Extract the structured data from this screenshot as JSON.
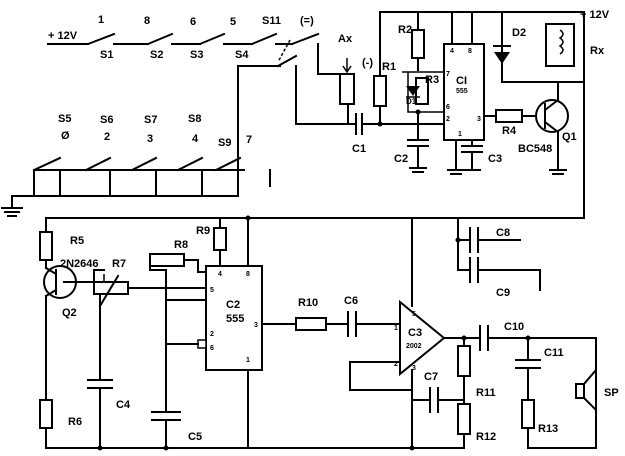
{
  "power": {
    "plus12_left": "+ 12V",
    "plus12_right": "+ 12V"
  },
  "switches_top": [
    {
      "num": "1",
      "name": "S1"
    },
    {
      "num": "8",
      "name": "S2"
    },
    {
      "num": "6",
      "name": "S3"
    },
    {
      "num": "5",
      "name": "S4"
    },
    {
      "num": "(=)",
      "name": "S11"
    }
  ],
  "switches_bottom": [
    {
      "num": "Ø",
      "name": "S5"
    },
    {
      "num": "2",
      "name": "S6"
    },
    {
      "num": "3",
      "name": "S7"
    },
    {
      "num": "4",
      "name": "S8"
    },
    {
      "num": "7",
      "name": "S9"
    }
  ],
  "relay_section": {
    "ax": "Ax",
    "minus": "(-)",
    "c1": "C1",
    "r1": "R1",
    "r2": "R2",
    "r3": "R3",
    "d1": "D1",
    "d2": "D2",
    "ic1_name": "CI",
    "ic1_type": "555",
    "c2": "C2",
    "c3": "C3",
    "r4": "R4",
    "q1": "Q1",
    "q1_type": "BC548",
    "rx": "Rx",
    "ic1_pins": {
      "p4": "4",
      "p8": "8",
      "p7": "7",
      "p6": "6",
      "p2": "2",
      "p1": "1",
      "p3": "3"
    }
  },
  "oscillator": {
    "r5": "R5",
    "q2_type": "2N2646",
    "q2": "Q2",
    "r7": "R7",
    "r6": "R6",
    "c4": "C4",
    "r8": "R8",
    "r9": "R9",
    "c5": "C5",
    "ic2_name": "C2",
    "ic2_type": "555",
    "ic2_pins": {
      "p4": "4",
      "p8": "8",
      "p5": "5",
      "p3": "3",
      "p2": "2",
      "p6": "6",
      "p1": "1"
    }
  },
  "amplifier": {
    "r10": "R10",
    "c6": "C6",
    "c8": "C8",
    "c9": "C9",
    "ic3_name": "C3",
    "ic3_type": "2002",
    "ic3_pins": {
      "p5": "5",
      "p1": "1",
      "p2": "2",
      "p3": "3"
    },
    "c10": "C10",
    "c11": "C11",
    "c7": "C7",
    "r11": "R11",
    "r12": "R12",
    "r13": "R13",
    "sp": "SP"
  }
}
